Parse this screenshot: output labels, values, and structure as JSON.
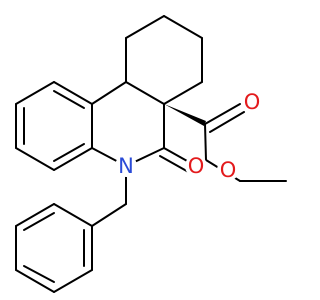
{
  "structure": {
    "atoms": {
      "nitrogen": {
        "symbol": "N",
        "color": "#2a4bd7"
      },
      "keto_oxygen": {
        "symbol": "O",
        "color": "#e31a1c"
      },
      "ester_carbonyl_oxygen": {
        "symbol": "O",
        "color": "#e31a1c"
      },
      "ester_ether_oxygen": {
        "symbol": "O",
        "color": "#e31a1c"
      }
    },
    "bond_color": "#000000",
    "background": "#ffffff"
  }
}
